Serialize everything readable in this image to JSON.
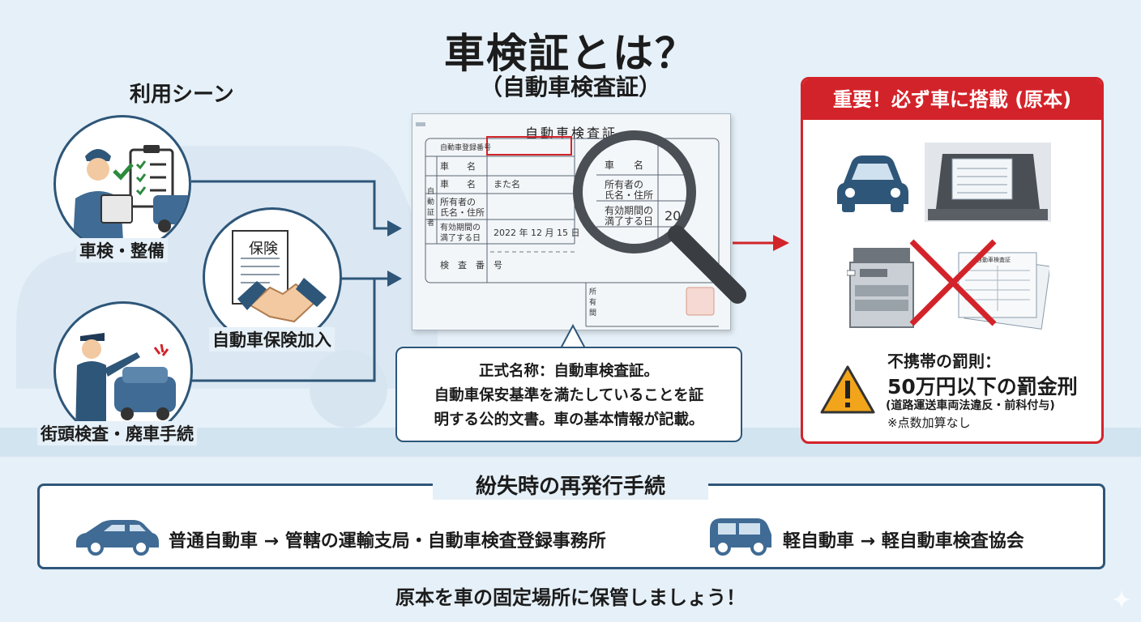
{
  "header": {
    "title": "車検証とは？",
    "subtitle": "（自動車検査証）"
  },
  "scenes": {
    "title": "利用シーン",
    "inspection_label": "車検・整備",
    "insurance_label": "自動車保険加入",
    "insurance_doc": "保険",
    "roadside_label": "街頭検査・廃車手続"
  },
  "certificate": {
    "title": "自動車検査証",
    "reg_no": "自動車登録番号",
    "car_name": "車　　名",
    "car_name2": "車　　名",
    "car_name_value": "また名",
    "owner": "所有者の\n氏名・住所",
    "expiry": "有効期間の\n満了する日",
    "expiry_value": "2022 年 12 月 15 日",
    "inspect_no": "検　査　番　号",
    "side": "自\n動\n証\n者",
    "lens_car": "車　　名",
    "lens_owner": "所有者の\n氏名・住所",
    "lens_expiry": "有効期間の\n満了する日",
    "lens_value": "20",
    "owner_small": "所\n有\n間"
  },
  "description": {
    "line1": "正式名称：自動車検査証。",
    "line2": "自動車保安基準を満たしていることを証",
    "line3": "明する公的文書。車の基本情報が記載。"
  },
  "important": {
    "header": "重要！必ず車に搭載 (原本)",
    "penalty_title": "不携帯の罰則：",
    "penalty_amount": "50万円以下の罰金刑",
    "penalty_note": "(道路運送車両法違反・前科付与)",
    "penalty_extra": "※点数加算なし",
    "doc_title": "自動車検査証"
  },
  "reissue": {
    "title": "紛失時の再発行手続",
    "regular": "普通自動車 → 管轄の運輸支局・自動車検査登録事務所",
    "kei": "軽自動車 → 軽自動車検査協会"
  },
  "footer": "原本を車の固定場所に保管しましょう！",
  "colors": {
    "navy": "#2e5678",
    "red": "#d3232a",
    "background": "#e6f0f8",
    "car_blue": "#3f6b94"
  }
}
